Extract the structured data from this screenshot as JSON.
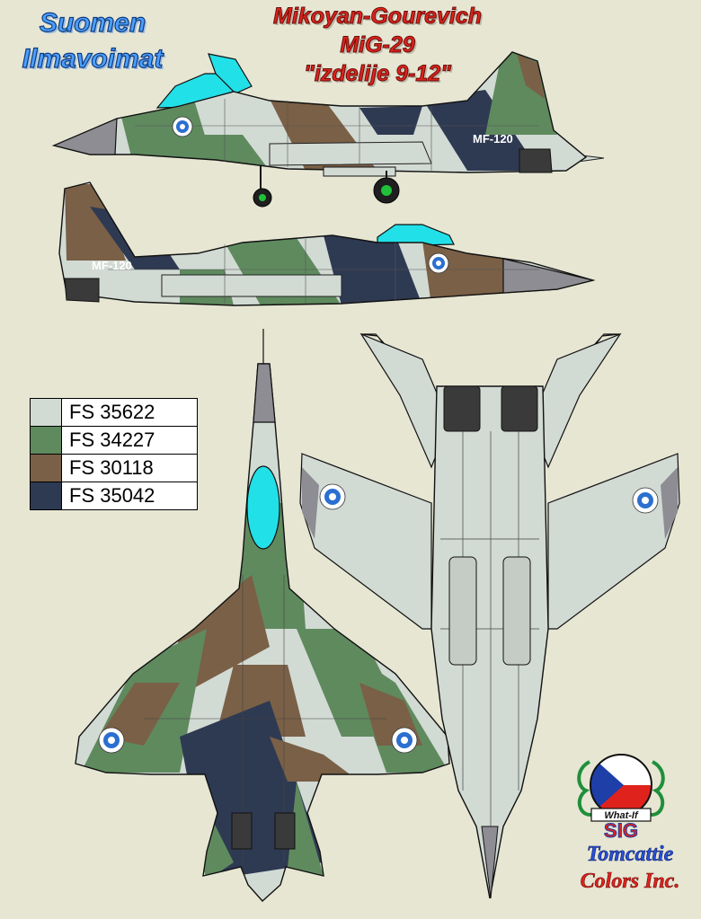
{
  "title_left": {
    "line1": "Suomen",
    "line2": "Ilmavoimat"
  },
  "title_right": {
    "line1": "Mikoyan-Gourevich",
    "line2": "MiG-29",
    "line3": "\"izdelije 9-12\""
  },
  "serial": "MF-120",
  "colors": {
    "fs35622": "#d2dad4",
    "fs34227": "#5f8a5e",
    "fs30118": "#7a6046",
    "fs35042": "#2e3a52",
    "nose": "#8d8d93",
    "canopy": "#22e0e8",
    "roundel_blue": "#2b6fd0",
    "background": "#e6e6d3"
  },
  "legend": [
    {
      "color": "#d2dad4",
      "label": "FS 35622"
    },
    {
      "color": "#5f8a5e",
      "label": "FS 34227"
    },
    {
      "color": "#7a6046",
      "label": "FS 30118"
    },
    {
      "color": "#2e3a52",
      "label": "FS 35042"
    }
  ],
  "logo": {
    "badge": "What-If",
    "sig": "SIG",
    "line1": "Tomcattie",
    "line2": "Colors Inc."
  },
  "icons": [
    "roundel-icon",
    "czech-flag-logo-icon"
  ]
}
